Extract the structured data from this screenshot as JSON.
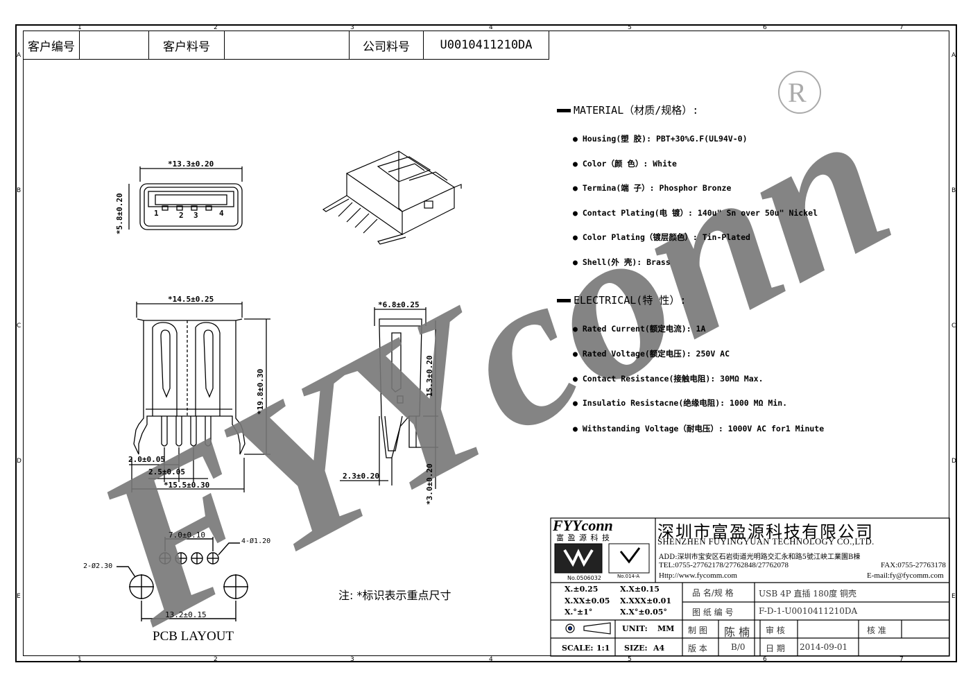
{
  "header": {
    "customer_code_label": "客户编号",
    "customer_part_label": "客户料号",
    "company_part_label": "公司料号",
    "company_part_value": "U0010411210DA"
  },
  "zones": {
    "columns": [
      "1",
      "2",
      "3",
      "4",
      "5",
      "6",
      "7"
    ],
    "rows": [
      "A",
      "B",
      "C",
      "D",
      "E"
    ]
  },
  "watermark": "FYYconn",
  "registered_mark": "R",
  "material": {
    "heading": "MATERIAL（材质/规格）:",
    "items": [
      "Housing(塑 胶): PBT+30%G.F(UL94V-0)",
      "Color（颜 色）: White",
      "Termina(端 子）:  Phosphor Bronze",
      "Contact Plating(电 镀）: 140u\" Sn over 50u\" Nickel",
      "Color Plating（镀层颜色）: Tin-Plated",
      "Shell(外 壳):  Brass"
    ]
  },
  "electrical": {
    "heading": "ELECTRICAL(特 性）:",
    "items": [
      " Rated Current(额定电流): 1A",
      "Rated Voltage(额定电压): 250V AC",
      "Contact Resistance(接触电阻): 30MΩ  Max.",
      "Insulatio Resistacne(绝缘电阻): 1000 MΩ  Min.",
      "Withstanding Voltage（耐电压）: 1000V AC for1 Minute"
    ]
  },
  "dimensions": {
    "front_width": "*13.3±0.20",
    "front_height": "*5.8±0.20",
    "pin_labels": [
      "1",
      "2",
      "3",
      "4"
    ],
    "bottom_width": "*14.5±0.25",
    "bottom_height": "*19.8±0.30",
    "pitch_2": "2.0±0.05",
    "pitch_25": "2.5±0.05",
    "overall_width": "*15.5±0.30",
    "side_width": "*6.8±0.25",
    "side_height": "15.3±0.20",
    "side_offset": "2.3±0.20",
    "side_pin": "*3.0±0.20",
    "pcb_pitch": "7.0±0.10",
    "pcb_small_hole": "4-Ø1.20",
    "pcb_big_hole": "2-Ø2.30",
    "pcb_span": "13.2±0.15",
    "pcb_title": "PCB LAYOUT"
  },
  "note": "注: *标识表示重点尺寸",
  "title_block": {
    "logo": "FYYconn",
    "logo_cn": "富 盈 源 科 技",
    "company_cn": "深圳市富盈源科技有限公司",
    "company_en": "SHENZHEN FUYINGYUAN TECHNOLOGY CO.,LTD.",
    "address": "ADD:深圳市宝安区石岩街道光明路交汇永和路5號江峡工業園B棟",
    "tel": "TEL:0755-27762178/27762848/27762078",
    "fax": "FAX:0755-27763178",
    "web": "Http://www.fycomm.com",
    "email": "E-mail:fy@fycomm.com",
    "cert1": "No.0506032",
    "cert2": "No.014-A",
    "tol": [
      "X.±0.25",
      "X.X±0.15",
      "X.XX±0.05",
      "X.XXX±0.01",
      "X.°±1°",
      "X.X°±0.05°"
    ],
    "name_label": "品 名/规 格",
    "name_value": "USB 4P 直插 180度 铜壳",
    "drawing_label": "图 纸 编 号",
    "drawing_value": "F-D-1-U0010411210DA",
    "unit_label": "UNIT:",
    "unit_value": "MM",
    "drawn_label": "制 图",
    "drawn_value": "陈 楠",
    "check_label": "审 核",
    "approve_label": "核 准",
    "scale_label": "SCALE:",
    "scale_value": "1:1",
    "size_label": "SIZE:",
    "size_value": "A4",
    "version_label": "版 本",
    "version_value": "B/0",
    "date_label": "日 期",
    "date_value": "2014-09-01"
  }
}
